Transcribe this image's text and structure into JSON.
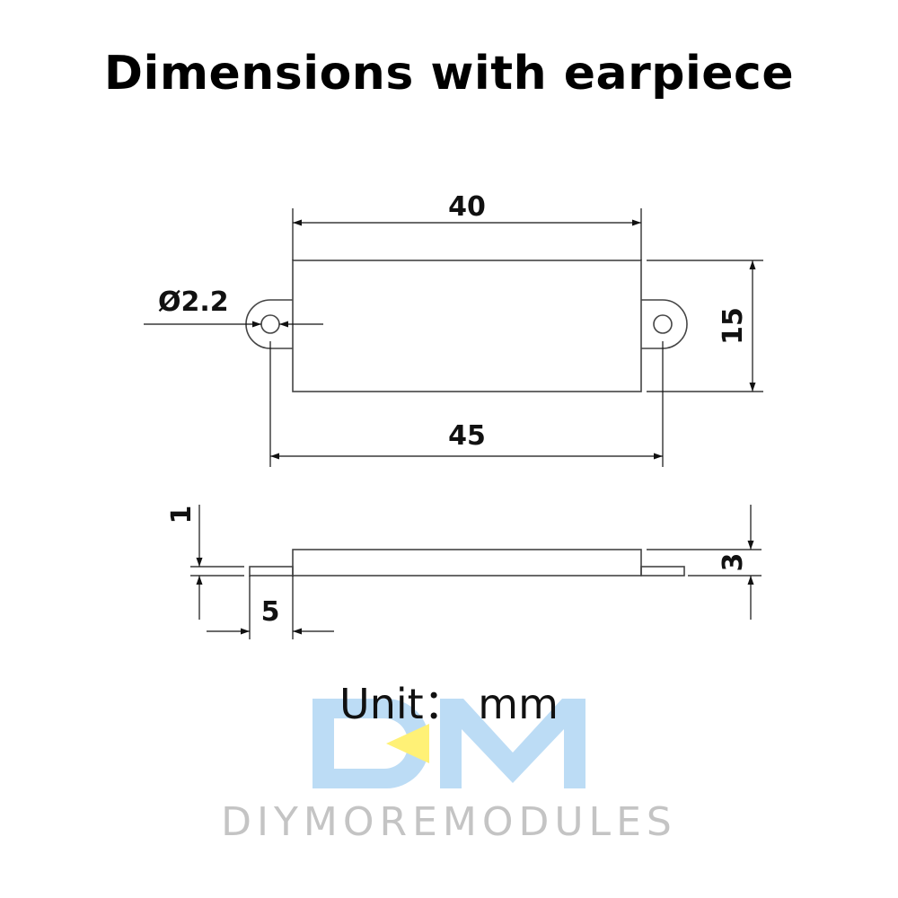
{
  "title": "Dimensions with earpiece",
  "unit_label": "Unit： mm",
  "brand": {
    "wordmark": "DIYMOREMODULES",
    "logo_color": "#bcdcf5",
    "accent_color": "#ffeb3b"
  },
  "dimensions": {
    "body_width": "40",
    "overall_width": "45",
    "height": "15",
    "hole_diameter": "Ø2.2",
    "ear_thickness": "1",
    "body_thickness": "3",
    "ear_length": "5"
  },
  "colors": {
    "line": "#111111",
    "outline": "#444444"
  }
}
